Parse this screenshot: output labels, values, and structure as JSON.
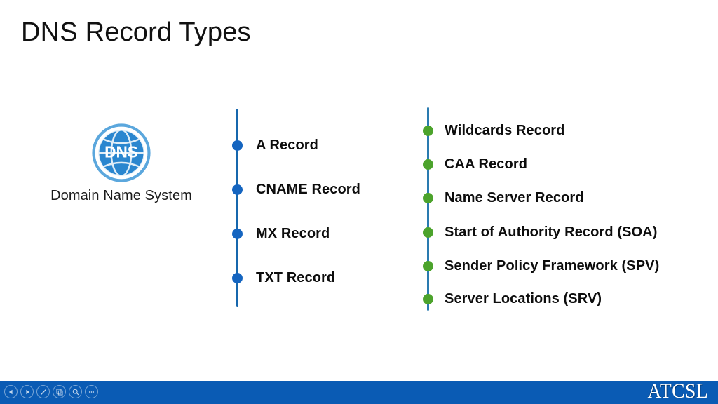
{
  "slide": {
    "title": "DNS Record Types",
    "background_color": "#ffffff"
  },
  "dns_badge": {
    "icon_name": "dns-globe-icon",
    "icon_text": "DNS",
    "caption": "Domain Name System",
    "icon_color": "#1f7fd0",
    "icon_ring_color": "#5ba7dd"
  },
  "timelines": [
    {
      "id": "left",
      "accent_line_color": "#1667ad",
      "dot_color": "#1565c0",
      "items": [
        {
          "label": "A Record"
        },
        {
          "label": "CNAME Record"
        },
        {
          "label": "MX Record"
        },
        {
          "label": "TXT Record"
        }
      ]
    },
    {
      "id": "right",
      "accent_line_color": "#2a7bb0",
      "dot_color": "#4ca32c",
      "items": [
        {
          "label": "Wildcards Record"
        },
        {
          "label": "CAA Record"
        },
        {
          "label": "Name Server Record"
        },
        {
          "label": "Start of Authority Record (SOA)"
        },
        {
          "label": "Sender Policy Framework (SPV)"
        },
        {
          "label": "Server Locations (SRV)"
        }
      ]
    }
  ],
  "player_bar": {
    "background_color": "#0a5bb4",
    "brand": "ATCSL",
    "controls": [
      {
        "name": "previous-icon"
      },
      {
        "name": "play-icon"
      },
      {
        "name": "pen-icon"
      },
      {
        "name": "duplicate-icon"
      },
      {
        "name": "search-icon"
      },
      {
        "name": "more-icon"
      }
    ]
  }
}
